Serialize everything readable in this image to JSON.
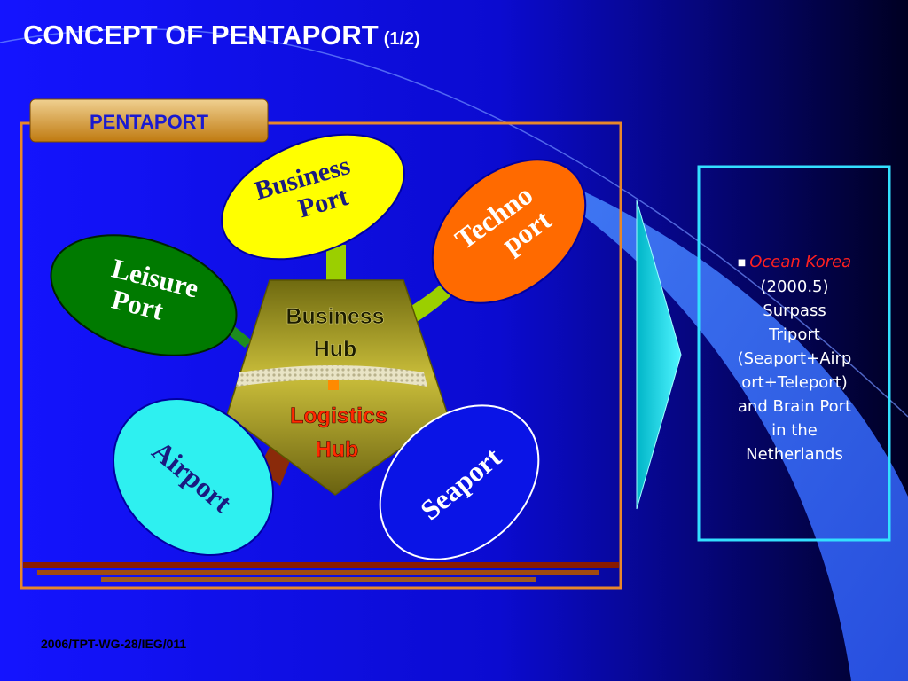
{
  "slide": {
    "title": "CONCEPT OF PENTAPORT",
    "title_sub": "(1/2)",
    "footer": "2006/TPT-WG-28/IEG/011"
  },
  "diagram": {
    "banner": "PENTAPORT",
    "ports": {
      "business": [
        "Business",
        "Port"
      ],
      "techno": [
        "Techno",
        "port"
      ],
      "leisure": [
        "Leisure",
        "Port"
      ],
      "airport": "Airport",
      "seaport": "Seaport"
    },
    "hub": {
      "top": [
        "Business",
        "Hub"
      ],
      "bottom": [
        "Logistics",
        "Hub"
      ]
    }
  },
  "note": {
    "source": "Ocean Korea",
    "text_lines": [
      "(2000.5)",
      "Surpass",
      "Triport",
      "(Seaport+Airp",
      "ort+Teleport)",
      "and Brain Port",
      "in the",
      "Netherlands"
    ]
  },
  "colors": {
    "background_start": "#1a1aff",
    "background_end": "#000033",
    "frame": "#e8872a",
    "note_border": "#33e0ff",
    "business_port": "#ffff00",
    "techno_port": "#ff6a00",
    "leisure_port": "#007a00",
    "airport": "#2ef0f0",
    "seaport": "#0a14e6",
    "hub": "#b3a82a",
    "logistics_text": "#ff2a00"
  }
}
